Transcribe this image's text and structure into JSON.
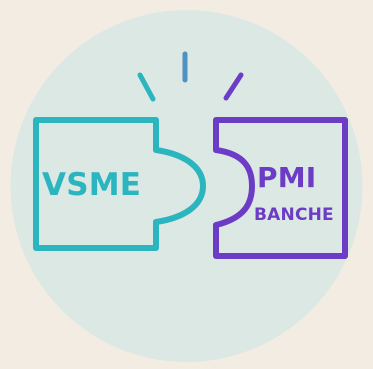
{
  "colors": {
    "page_background": "#f3ece3",
    "circle_background": "#dce8e3",
    "left_piece": "#2ab5bf",
    "right_piece": "#6c3cc6"
  },
  "pieces": {
    "left": {
      "label": "VSME"
    },
    "right": {
      "label": "PMI",
      "sublabel": "BANCHE"
    }
  },
  "icons": {
    "connection": "spark-lines-icon",
    "left_piece": "puzzle-piece-icon",
    "right_piece": "puzzle-socket-icon"
  }
}
